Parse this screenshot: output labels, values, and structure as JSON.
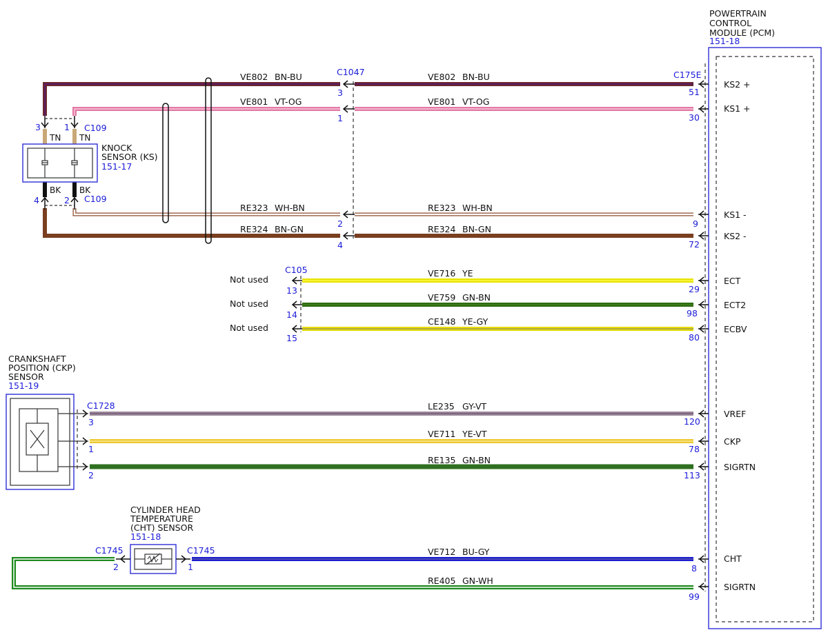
{
  "pcm": {
    "title_lines": [
      "POWERTRAIN",
      "CONTROL",
      "MODULE (PCM)"
    ],
    "ref": "151-18",
    "connector": "C175E",
    "pins": [
      {
        "name": "KS2 +",
        "pin": "51"
      },
      {
        "name": "KS1 +",
        "pin": "30"
      },
      {
        "name": "KS1 -",
        "pin": "9"
      },
      {
        "name": "KS2 -",
        "pin": "72"
      },
      {
        "name": "ECT",
        "pin": "29"
      },
      {
        "name": "ECT2",
        "pin": "98"
      },
      {
        "name": "ECBV",
        "pin": "80"
      },
      {
        "name": "VREF",
        "pin": "120"
      },
      {
        "name": "CKP",
        "pin": "78"
      },
      {
        "name": "SIGRTN",
        "pin": "113"
      },
      {
        "name": "CHT",
        "pin": "8"
      },
      {
        "name": "SIGRTN",
        "pin": "99"
      }
    ]
  },
  "knock_sensor": {
    "title_lines": [
      "KNOCK",
      "SENSOR (KS)"
    ],
    "ref": "151-17",
    "connector": "C109",
    "pin_top_left": "3",
    "pin_top_right": "1",
    "pin_bottom_left": "4",
    "pin_bottom_right": "2",
    "top_color": "TN",
    "bottom_color": "BK"
  },
  "c1047": {
    "label": "C1047",
    "wires": [
      {
        "left_circuit": "VE802",
        "left_color": "BN-BU",
        "pin": "3",
        "right_circuit": "VE802",
        "right_color": "BN-BU"
      },
      {
        "left_circuit": "VE801",
        "left_color": "VT-OG",
        "pin": "1",
        "right_circuit": "VE801",
        "right_color": "VT-OG"
      },
      {
        "left_circuit": "RE323",
        "left_color": "WH-BN",
        "pin": "2",
        "right_circuit": "RE323",
        "right_color": "WH-BN"
      },
      {
        "left_circuit": "RE324",
        "left_color": "BN-GN",
        "pin": "4",
        "right_circuit": "RE324",
        "right_color": "BN-GN"
      }
    ]
  },
  "c105": {
    "label": "C105",
    "not_used": "Not used",
    "wires": [
      {
        "pin": "13",
        "circuit": "VE716",
        "color": "YE"
      },
      {
        "pin": "14",
        "circuit": "VE759",
        "color": "GN-BN"
      },
      {
        "pin": "15",
        "circuit": "CE148",
        "color": "YE-GY"
      }
    ]
  },
  "ckp": {
    "title_lines": [
      "CRANKSHAFT",
      "POSITION (CKP)",
      "SENSOR"
    ],
    "ref": "151-19",
    "connector": "C1728",
    "wires": [
      {
        "pin": "3",
        "circuit": "LE235",
        "color": "GY-VT"
      },
      {
        "pin": "1",
        "circuit": "VE711",
        "color": "YE-VT"
      },
      {
        "pin": "2",
        "circuit": "RE135",
        "color": "GN-BN"
      }
    ]
  },
  "cht": {
    "title_lines": [
      "CYLINDER HEAD",
      "TEMPERATURE",
      "(CHT) SENSOR"
    ],
    "ref": "151-18",
    "connector_left": "C1745",
    "connector_right": "C1745",
    "pin_left": "2",
    "pin_right": "1",
    "wires": [
      {
        "circuit": "VE712",
        "color": "BU-GY"
      },
      {
        "circuit": "RE405",
        "color": "GN-WH"
      }
    ]
  },
  "wire_colors": {
    "BN-BU": [
      "#6b2a2a",
      "#5a1a66"
    ],
    "VT-OG": [
      "#ea8ab0",
      "#f1a4c4"
    ],
    "WH-BN": [
      "#ffffff",
      "#8b4a2b"
    ],
    "BN-GN": [
      "#7a3f20",
      "#6a3218"
    ],
    "YE": [
      "#f2ef00",
      "#e4df00"
    ],
    "GN-BN": [
      "#2f6b12",
      "#2a5a10"
    ],
    "YE-GY": [
      "#efe300",
      "#a8a060"
    ],
    "GY-VT": [
      "#a090a0",
      "#8a6a8a"
    ],
    "YE-VT": [
      "#f0d23a",
      "#d8b040"
    ],
    "GN-BN-2": [
      "#2f7020",
      "#2a6018"
    ],
    "BU-GY": [
      "#1d1dd0",
      "#4a4ab8"
    ],
    "GN-WH": [
      "#1e8a1e",
      "#ffffff"
    ],
    "TN": "#c8a878",
    "BK": "#111111",
    "module_border": "#3b3bd8"
  }
}
